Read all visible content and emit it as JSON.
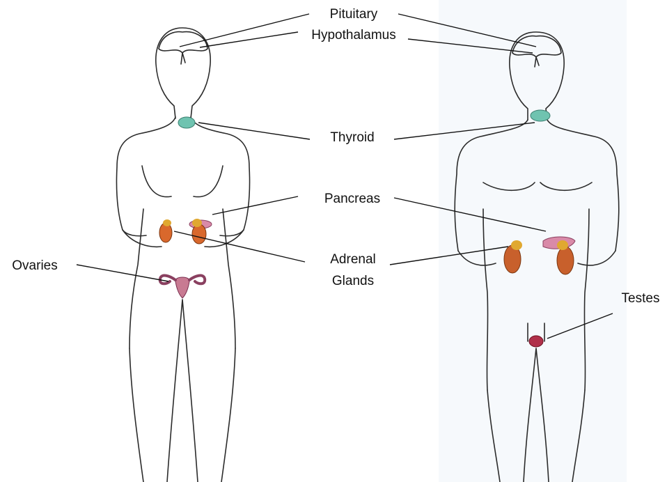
{
  "labels": {
    "pituitary": "Pituitary",
    "hypothalamus": "Hypothalamus",
    "thyroid": "Thyroid",
    "pancreas": "Pancreas",
    "adrenal_line1": "Adrenal",
    "adrenal_line2": "Glands",
    "ovaries": "Ovaries",
    "testes": "Testes"
  },
  "colors": {
    "thyroid": "#6fc3b0",
    "kidney": "#d9682c",
    "adrenal": "#e0a830",
    "pancreas": "#d98aa8",
    "uterus": "#b0506a",
    "testes": "#b0304a",
    "brain": "#ffffff"
  },
  "figures": [
    "female-figure",
    "male-figure"
  ]
}
